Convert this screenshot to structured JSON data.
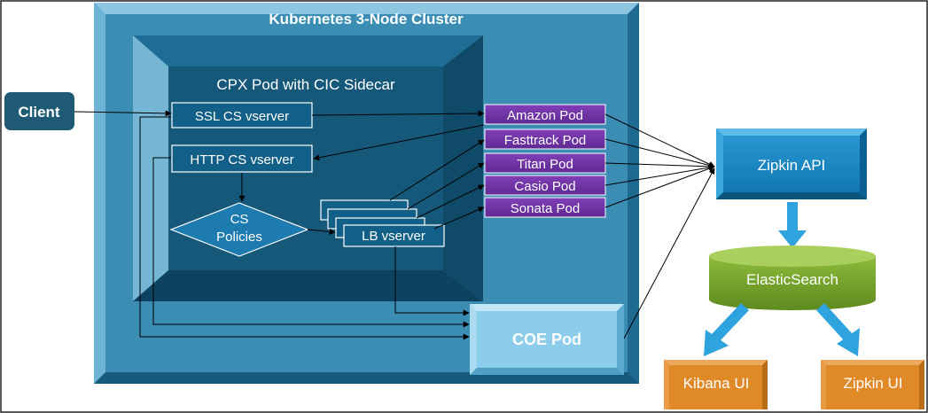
{
  "cluster": {
    "title": "Kubernetes 3-Node Cluster"
  },
  "cpx": {
    "title": "CPX Pod with CIC Sidecar"
  },
  "client": {
    "label": "Client"
  },
  "ssl_vserver": {
    "label": "SSL CS vserver"
  },
  "http_vserver": {
    "label": "HTTP CS vserver"
  },
  "cs_policies": {
    "line1": "CS",
    "line2": "Policies"
  },
  "lb_vserver": {
    "label": "LB vserver"
  },
  "pods": [
    {
      "label": "Amazon Pod"
    },
    {
      "label": "Fasttrack Pod"
    },
    {
      "label": "Titan Pod"
    },
    {
      "label": "Casio Pod"
    },
    {
      "label": "Sonata Pod"
    }
  ],
  "coe_pod": {
    "label": "COE Pod"
  },
  "zipkin_api": {
    "label": "Zipkin API"
  },
  "elasticsearch": {
    "label": "ElasticSearch"
  },
  "kibana_ui": {
    "label": "Kibana UI"
  },
  "zipkin_ui": {
    "label": "Zipkin UI"
  },
  "colors": {
    "cluster": "#3b8db4",
    "cpx_inner": "#15587a",
    "vserver_fill": "#125f87",
    "pod_fill": "#7030a0",
    "client_fill": "#1f5a75",
    "zipkin_fill": "#1483c2",
    "elastic_fill": "#7aa62f",
    "ui_fill": "#df8a27",
    "arrow_blue": "#2ea3dd"
  }
}
